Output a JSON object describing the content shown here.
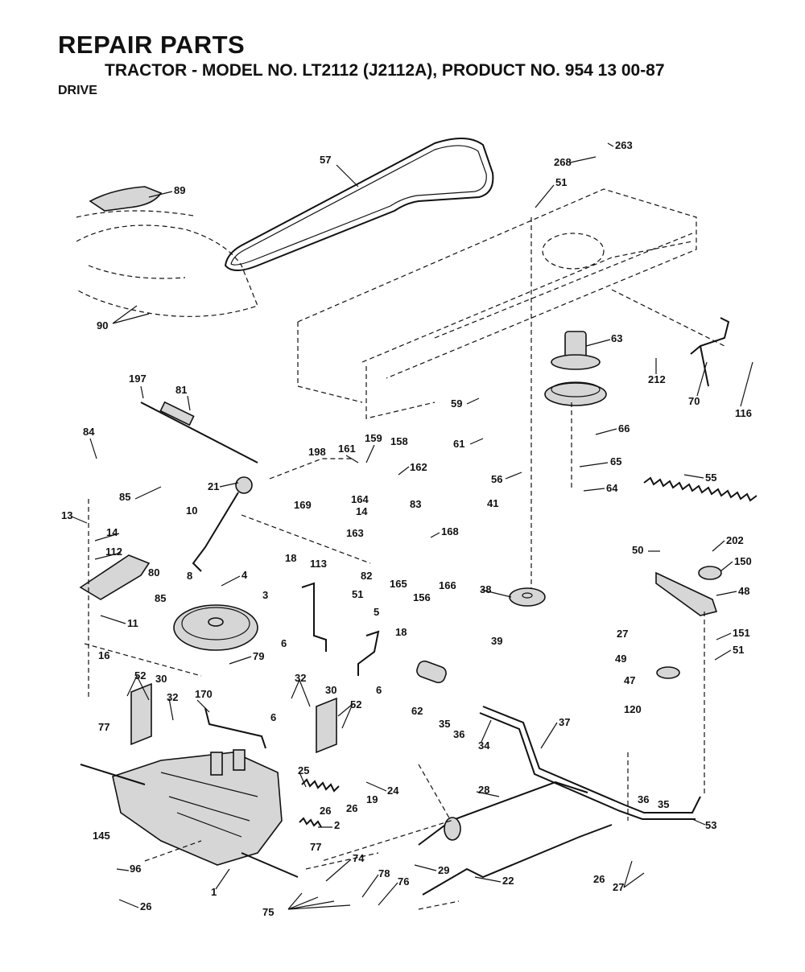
{
  "header": {
    "title": "REPAIR PARTS",
    "subtitle": "TRACTOR - MODEL NO. LT2112 (J2112A), PRODUCT NO. 954 13 00-87",
    "section": "DRIVE"
  },
  "callouts": [
    "57",
    "263",
    "268",
    "51",
    "89",
    "90",
    "63",
    "212",
    "70",
    "116",
    "197",
    "81",
    "59",
    "61",
    "66",
    "84",
    "198",
    "161",
    "159",
    "158",
    "162",
    "65",
    "55",
    "21",
    "169",
    "164",
    "14",
    "83",
    "56",
    "64",
    "13",
    "85",
    "10",
    "163",
    "168",
    "41",
    "14",
    "202",
    "112",
    "80",
    "82",
    "165",
    "156",
    "166",
    "50",
    "150",
    "18",
    "113",
    "8",
    "4",
    "51",
    "3",
    "5",
    "18",
    "38",
    "48",
    "85",
    "11",
    "6",
    "27",
    "151",
    "79",
    "39",
    "51",
    "16",
    "52",
    "30",
    "32",
    "30",
    "6",
    "49",
    "47",
    "62",
    "35",
    "36",
    "170",
    "52",
    "120",
    "32",
    "37",
    "77",
    "6",
    "34",
    "25",
    "24",
    "26",
    "19",
    "36",
    "35",
    "145",
    "28",
    "53",
    "26",
    "2",
    "77",
    "96",
    "74",
    "29",
    "22",
    "26",
    "1",
    "78",
    "76",
    "27",
    "26",
    "75"
  ]
}
